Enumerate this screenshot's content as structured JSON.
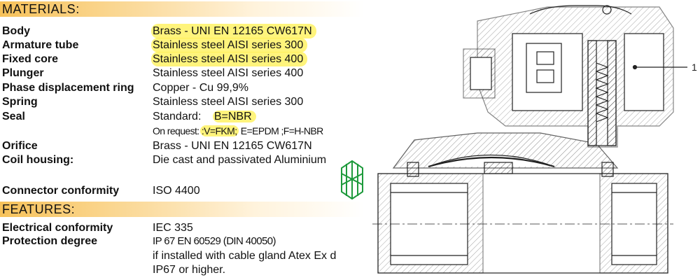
{
  "materials": {
    "heading": "MATERIALS:",
    "rows": [
      {
        "label": "Body",
        "value": "Brass - UNI EN 12165 CW617N"
      },
      {
        "label": "Armature tube",
        "value": "Stainless steel AISI series 300"
      },
      {
        "label": "Fixed core",
        "value": "Stainless steel AISI series 400"
      },
      {
        "label": "Plunger",
        "value": "Stainless steel AISI series 400"
      },
      {
        "label": "Phase displacement ring",
        "value": "Copper - Cu 99,9%"
      },
      {
        "label": "Spring",
        "value": "Stainless steel AISI series 300"
      }
    ],
    "seal": {
      "label": "Seal",
      "standard_prefix": "Standard:",
      "standard_value": "B=NBR",
      "request_prefix": "On request:",
      "request_highlight": ":V=FKM;",
      "request_rest": " E=EPDM ;F=H-NBR"
    },
    "rows2": [
      {
        "label": "Orifice",
        "value": "Brass - UNI EN 12165 CW617N"
      },
      {
        "label": "Coil housing:",
        "value": "Die cast and passivated Aluminium"
      }
    ],
    "connector": {
      "label": "Connector conformity",
      "value": "ISO 4400"
    }
  },
  "features": {
    "heading": "FEATURES:",
    "electrical": {
      "label": "Electrical conformity",
      "value": "IEC 335"
    },
    "protection": {
      "label": "Protection degree",
      "lines": [
        "IP 67 EN 60529 (DIN 40050)",
        "if installed with cable gland Atex Ex d",
        "IP67 or higher."
      ]
    }
  },
  "drawing": {
    "callout_label": "1"
  },
  "colors": {
    "band": "#f7c25a",
    "highlight": "#fff050",
    "logo": "#1e9a3c"
  }
}
